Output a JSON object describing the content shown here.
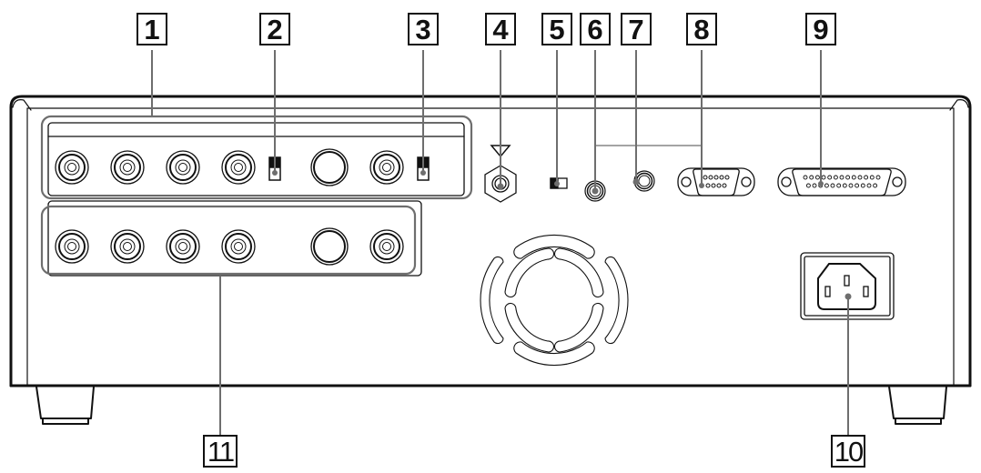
{
  "diagram": {
    "title": "",
    "subject": "Rear panel of device",
    "callouts": [
      {
        "id": "1",
        "label": "1",
        "target": "upper connector group (4 BNC, switch, round jack, BNC, switch)"
      },
      {
        "id": "2",
        "label": "2",
        "target": "termination switch (upper group, after 4th BNC)"
      },
      {
        "id": "3",
        "label": "3",
        "target": "termination switch (upper group, right end)"
      },
      {
        "id": "4",
        "label": "4",
        "target": "ground terminal"
      },
      {
        "id": "5",
        "label": "5",
        "target": "slide switch"
      },
      {
        "id": "6",
        "label": "6",
        "target": "mini jack (connected with 8)"
      },
      {
        "id": "7",
        "label": "7",
        "target": "mini jack"
      },
      {
        "id": "8",
        "label": "8",
        "target": "9-pin D-sub connector"
      },
      {
        "id": "9",
        "label": "9",
        "target": "25-pin D-sub connector"
      },
      {
        "id": "10",
        "label": "10",
        "target": "AC power inlet"
      },
      {
        "id": "11",
        "label": "11",
        "target": "lower connector group (4 BNC, round jack, BNC)"
      }
    ],
    "colors": {
      "line": "#111111",
      "leader": "#6e6e6e",
      "background": "#ffffff"
    }
  }
}
